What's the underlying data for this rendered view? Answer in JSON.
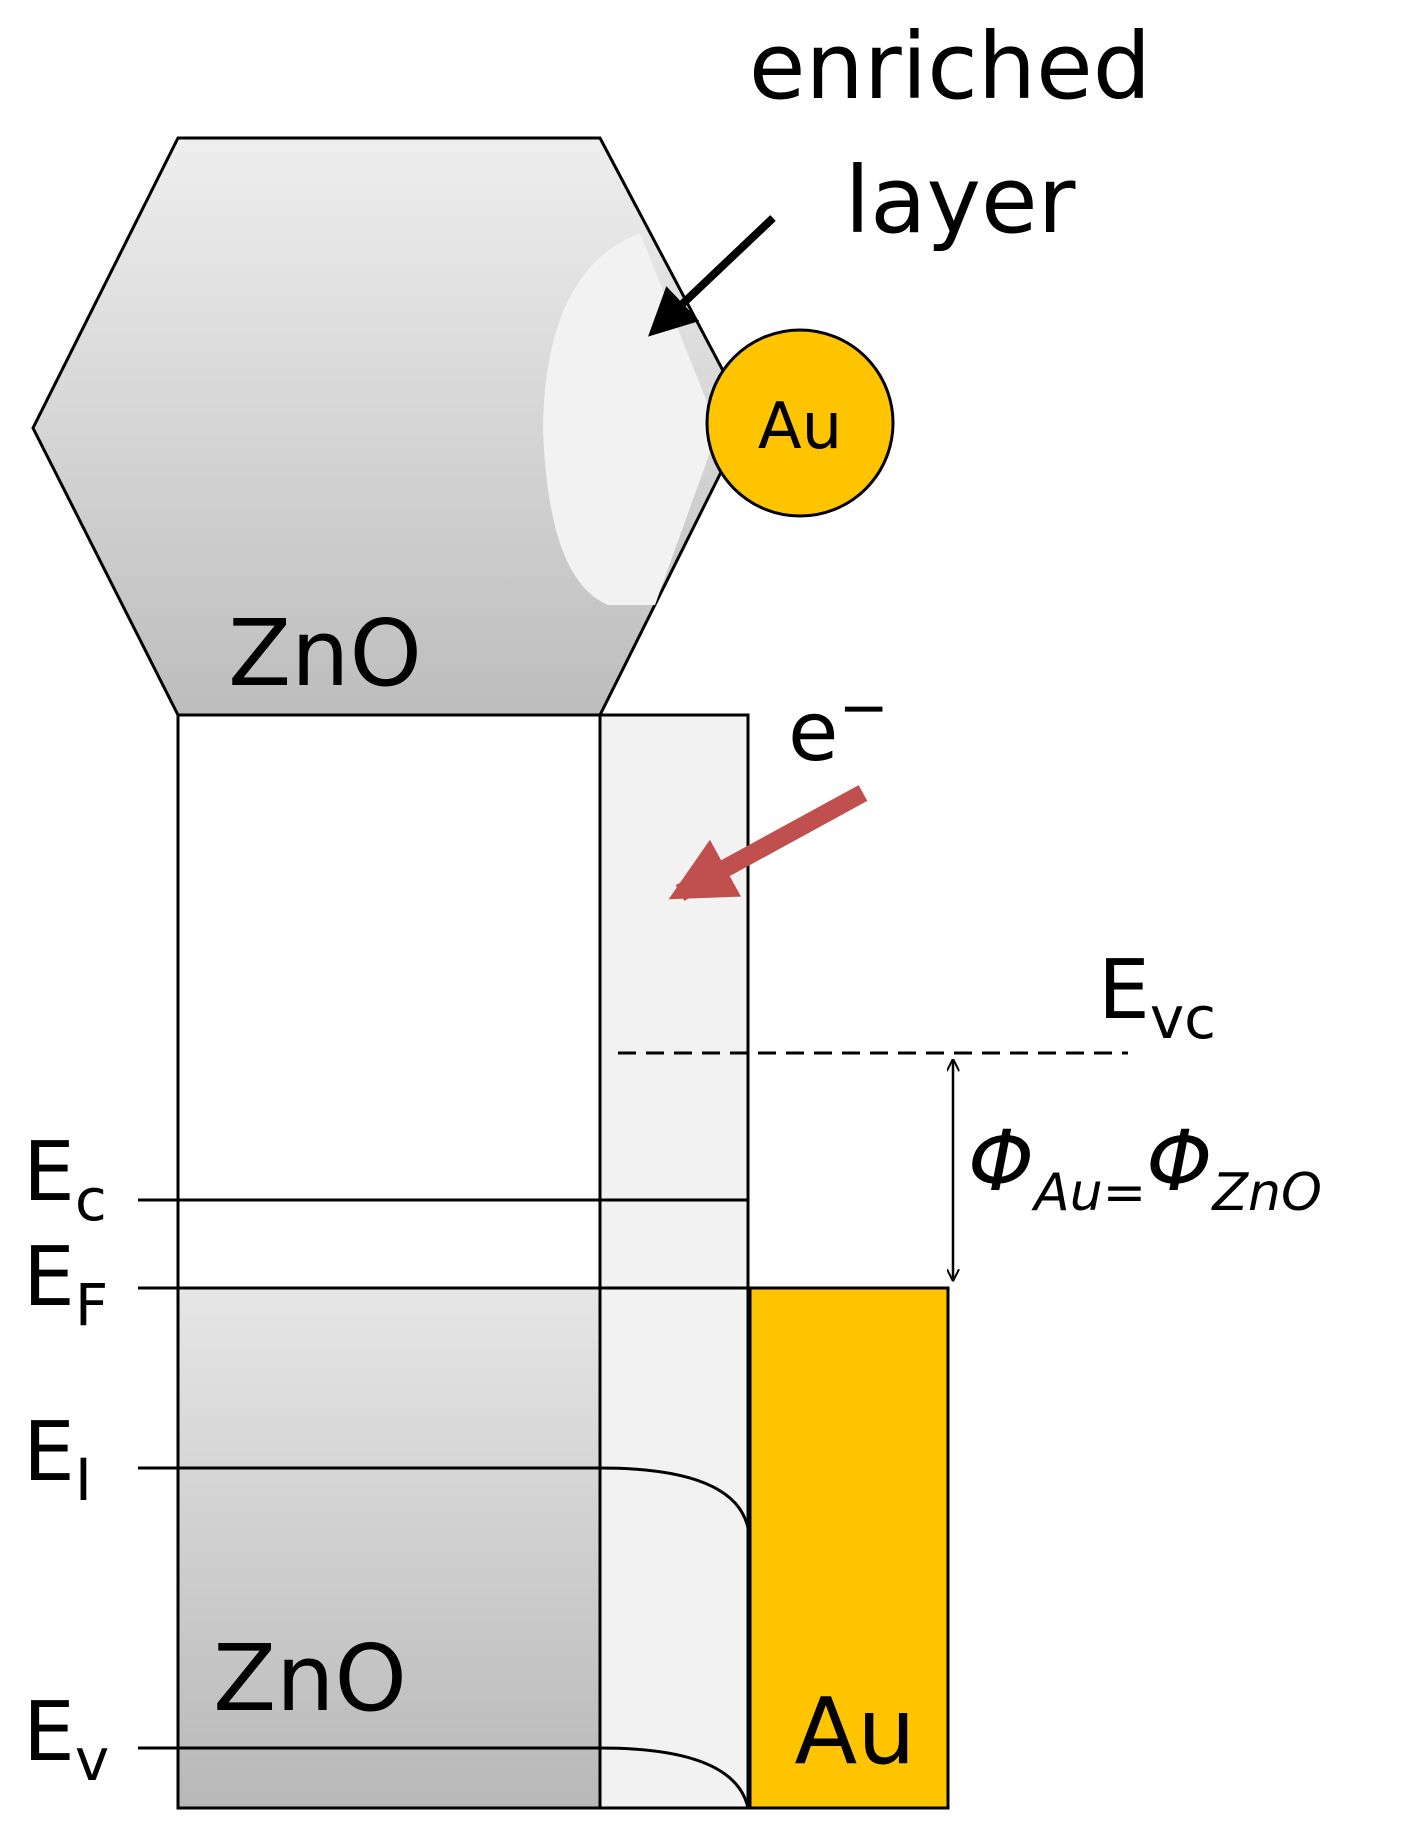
{
  "labels": {
    "enriched_line1": "enriched",
    "enriched_line2": "layer",
    "au_particle": "Au",
    "zno_crystal": "ZnO",
    "electron": "e",
    "electron_sup": "−",
    "evc_main": "E",
    "evc_sub": "vc",
    "ec_main": "E",
    "ec_sub": "c",
    "ef_main": "E",
    "ef_sub": "F",
    "ei_main": "E",
    "ei_sub": "I",
    "ev_main": "E",
    "ev_sub": "v",
    "phi_left": "Φ",
    "phi_left_sub": "Au",
    "phi_eq": "=",
    "phi_right": "Φ",
    "phi_right_sub": "ZnO",
    "zno_band": "ZnO",
    "au_band": "Au"
  },
  "colors": {
    "gold": "#FFC400",
    "enriched_fill": "#F2F2F2",
    "arrow_red": "#C0504D",
    "outline": "#000000"
  },
  "icons": {
    "pointer_arrow": "arrow-icon",
    "electron_arrow": "arrow-icon",
    "work_function_arrow": "double-arrow-icon"
  }
}
